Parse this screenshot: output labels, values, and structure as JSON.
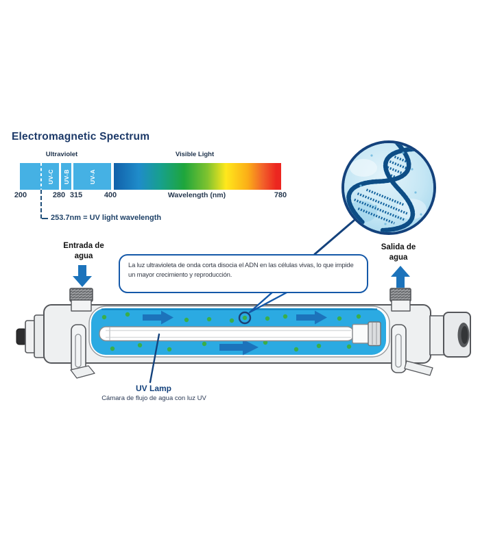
{
  "title": "Electromagnetic Spectrum",
  "spectrum": {
    "uv_region_label": "Ultraviolet",
    "visible_region_label": "Visible Light",
    "bands": {
      "uvc": "UV-C",
      "uvb": "UV-B",
      "uva": "UV-A"
    },
    "ticks": {
      "t200": "200",
      "t280": "280",
      "t315": "315",
      "t400": "400",
      "t780": "780"
    },
    "axis_label": "Wavelength (nm)",
    "annotation": "253.7nm = UV light wavelength",
    "uv_band_color": "#45b1e4",
    "visible_gradient": [
      "#1160a9",
      "#1f8cca",
      "#17a08c",
      "#1ea53c",
      "#7fc32f",
      "#ffe81c",
      "#fbae17",
      "#f2622a",
      "#ec2620"
    ]
  },
  "callout": {
    "text": "La luz ultravioleta de onda corta disocia el ADN en las células vivas, lo que impide un mayor crecimiento y reproducción."
  },
  "device": {
    "inlet_label": [
      "Entrada de",
      "agua"
    ],
    "outlet_label": [
      "Salida de",
      "agua"
    ],
    "lamp_label": "UV Lamp",
    "lamp_caption": "Cámara de flujo de agua con luz UV"
  },
  "colors": {
    "navy_accent": "#14427c",
    "water_blue": "#2baae2",
    "flow_arrow_blue": "#1c73bb",
    "microbe_green": "#3aae49",
    "callout_border_blue": "#1458a8"
  }
}
